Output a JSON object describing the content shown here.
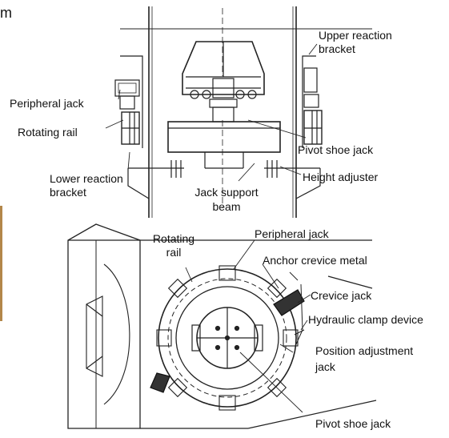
{
  "fragments": {
    "top_left": "m"
  },
  "upper_view": {
    "labels": {
      "upper_reaction_bracket_1": "Upper reaction",
      "upper_reaction_bracket_2": "bracket",
      "peripheral_jack": "Peripheral jack",
      "rotating_rail": "Rotating rail",
      "pivot_shoe_jack": "Pivot shoe jack",
      "lower_reaction_bracket_1": "Lower reaction",
      "lower_reaction_bracket_2": "bracket",
      "height_adjuster": "Height adjuster",
      "jack_support_beam_1": "Jack support",
      "jack_support_beam_2": "beam"
    }
  },
  "plan_view": {
    "labels": {
      "rotating_rail_1": "Rotating",
      "rotating_rail_2": "rail",
      "peripheral_jack": "Peripheral jack",
      "anchor_crevice_metal": "Anchor crevice metal",
      "crevice_jack": "Crevice jack",
      "hydraulic_clamp_device": "Hydraulic clamp device",
      "position_adjustment_jack_1": "Position adjustment",
      "position_adjustment_jack_2": "jack",
      "pivot_shoe_jack": "Pivot shoe jack"
    }
  },
  "colors": {
    "line": "#222222",
    "accent_strip": "#b3874a"
  }
}
